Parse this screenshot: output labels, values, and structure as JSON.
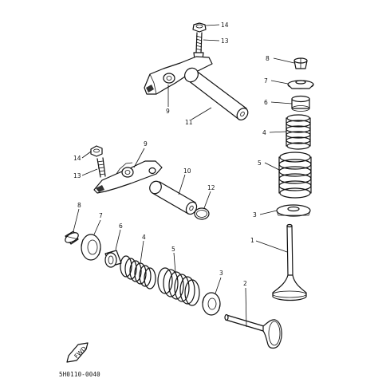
{
  "diagram": {
    "figure_code": "5H0110-0040",
    "fwd_mark": "FWD",
    "labels": {
      "l14a": "14",
      "l13a": "13",
      "l9a": "9",
      "l11": "11",
      "l8a": "8",
      "l7a": "7",
      "l6a": "6",
      "l4a": "4",
      "l5a": "5",
      "l3a": "3",
      "l1": "1",
      "l9b": "9",
      "l14b": "14",
      "l13b": "13",
      "l10": "10",
      "l12": "12",
      "l8b": "8",
      "l7b": "7",
      "l6b": "6",
      "l4b": "4",
      "l5b": "5",
      "l3b": "3",
      "l2": "2"
    }
  }
}
